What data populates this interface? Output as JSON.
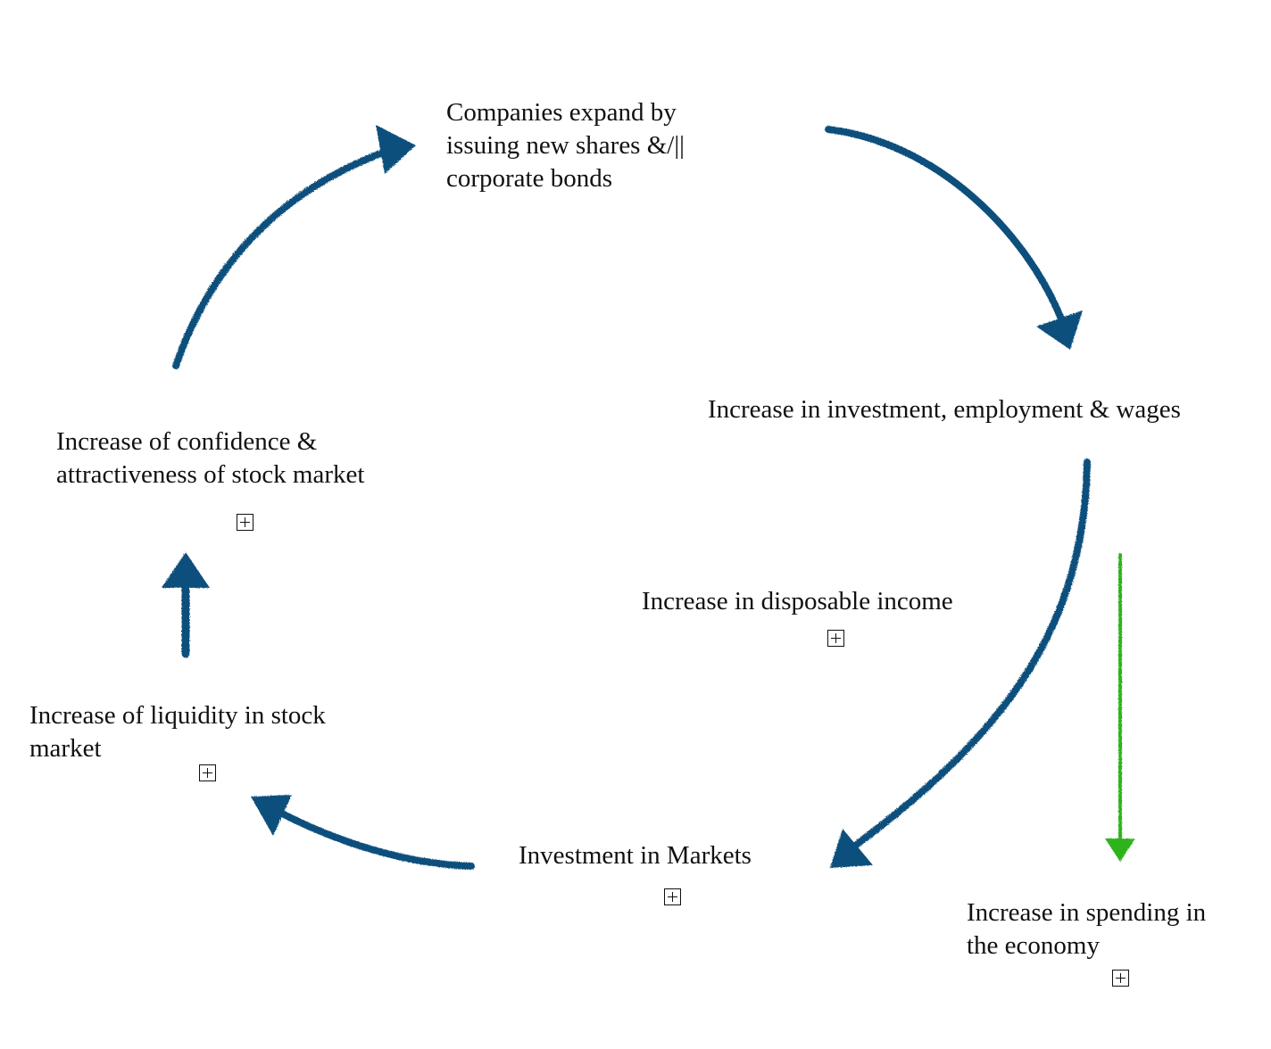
{
  "colors": {
    "cycle_arrow": "#0e4f7c",
    "spending_arrow": "#2db31c",
    "text": "#111111"
  },
  "nodes": {
    "companies_expand": "Companies expand by\n issuing new shares &/||\ncorporate bonds",
    "increase_investment_employment": "Increase in investment, employment & wages",
    "increase_disposable_income": "Increase in disposable income",
    "investment_in_markets": "Investment in Markets",
    "increase_liquidity": "Increase of liquidity in stock\nmarket",
    "increase_confidence": "Increase of confidence &\nattractiveness of stock market",
    "increase_spending": "Increase in spending in\nthe economy"
  },
  "icons": {
    "expand": "plus-box-icon"
  }
}
